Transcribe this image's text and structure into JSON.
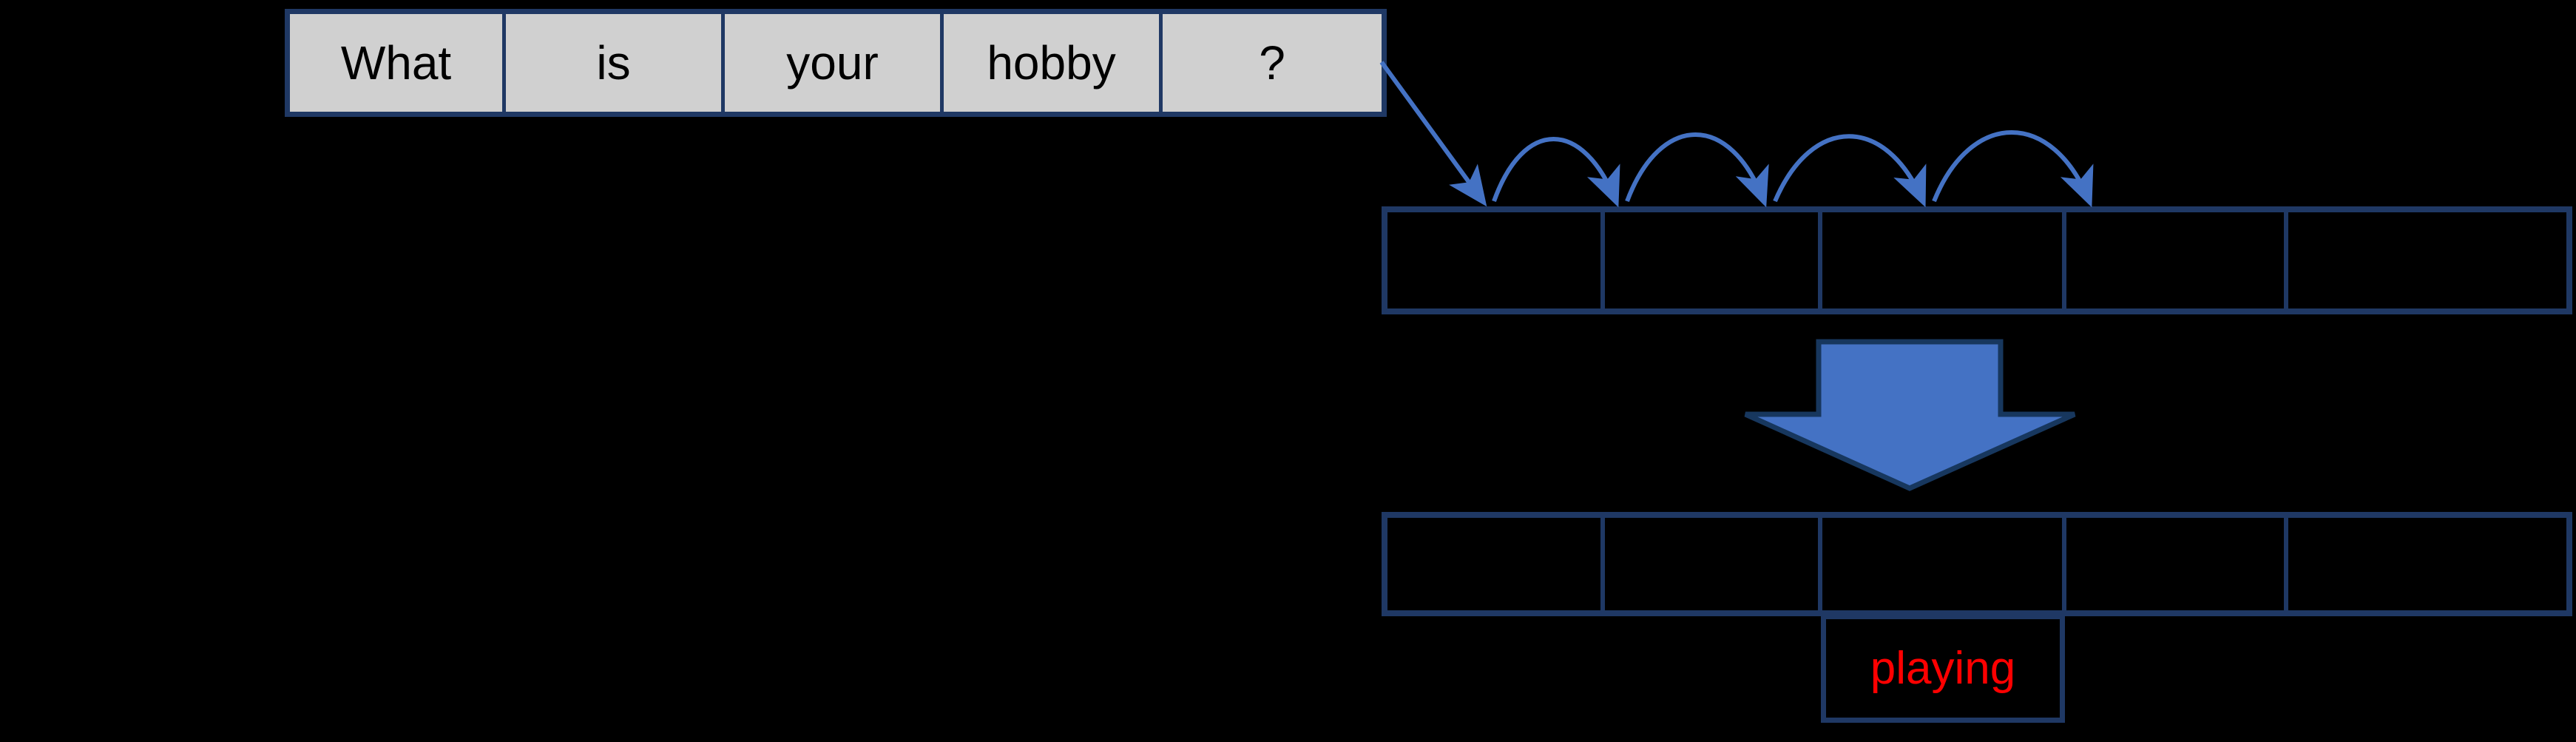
{
  "diagram": {
    "background_color": "#000000",
    "border_color": "#1f3864",
    "arrow_color": "#4472c4",
    "source_cell_fill": "#d0d0d0",
    "source_text_color": "#000000",
    "output_text_color": "#ff0000"
  },
  "source_sequence": {
    "name": "input-question",
    "tokens": [
      "What",
      "is",
      "your",
      "hobby",
      "?"
    ]
  },
  "encoder_row": {
    "name": "encoder-states",
    "cells": [
      "",
      "",
      "",
      "",
      ""
    ]
  },
  "decoder_row": {
    "name": "decoder-states",
    "cells": [
      "",
      "",
      "",
      "",
      ""
    ]
  },
  "output": {
    "label": "playing",
    "column_index": 3
  },
  "connectors": {
    "feed_arrow": "diagonal-arrow-from-question-mark",
    "hop_arrows_count": 4,
    "block_arrow": "down-block-arrow"
  }
}
